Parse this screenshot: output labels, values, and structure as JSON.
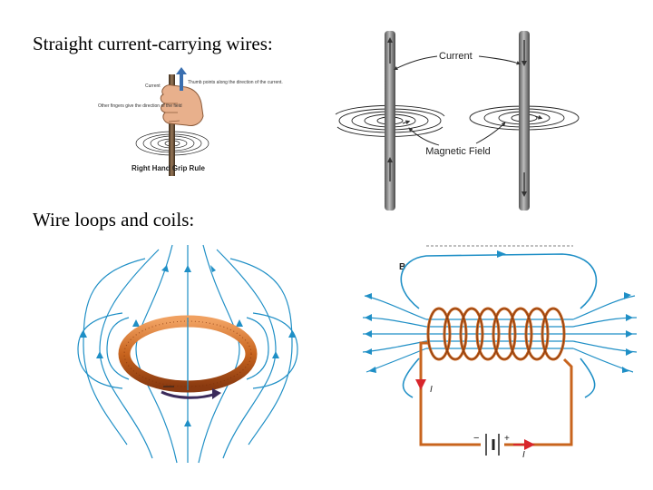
{
  "slide": {
    "heading_straight": "Straight current-carrying wires:",
    "heading_loops": "Wire loops and coils:"
  },
  "hand_grip": {
    "label_current": "Current",
    "label_thumb": "Thumb points along the direction of the current.",
    "label_fingers": "Other fingers give the direction of the field",
    "caption": "Right Hand Grip Rule"
  },
  "two_wires": {
    "label_current": "Current",
    "label_field": "Magnetic Field"
  },
  "solenoid": {
    "label_b": "B",
    "label_i_top": "I",
    "label_i_bottom": "I",
    "battery_minus": "−",
    "battery_plus": "+"
  },
  "colors": {
    "field_blue": "#1f8fc6",
    "coil_orange": "#c8641e",
    "current_red": "#d8262c",
    "wire_gray": "#8a8a8a"
  }
}
